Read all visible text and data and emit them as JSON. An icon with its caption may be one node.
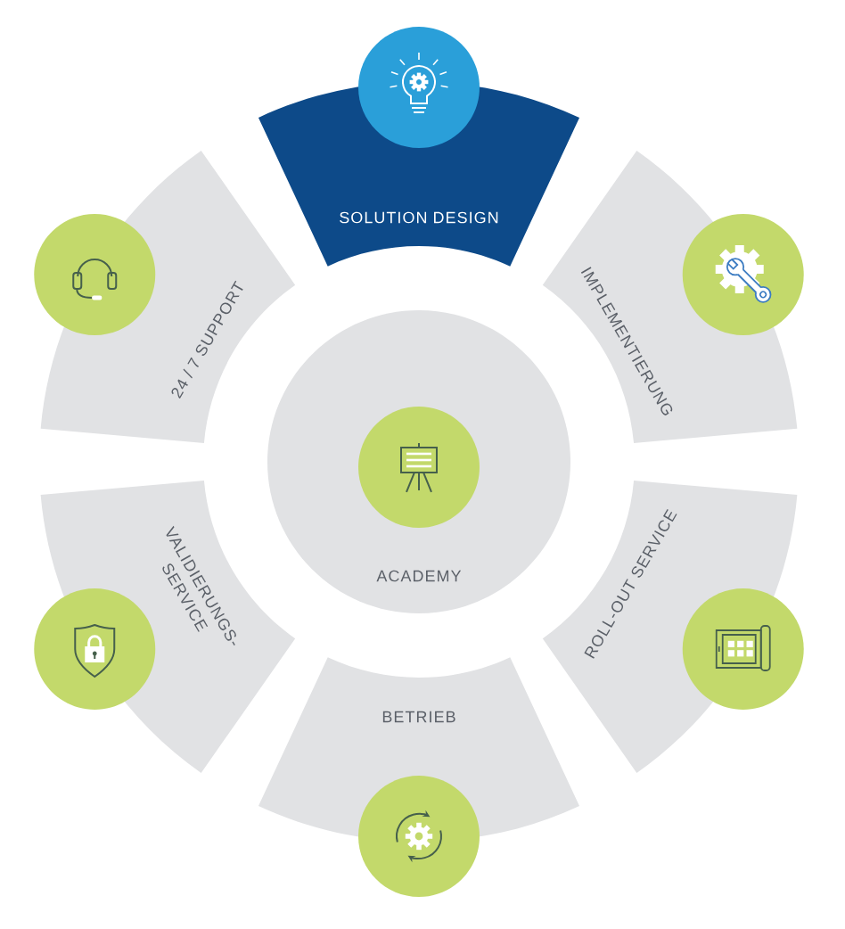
{
  "diagram": {
    "nodes": [
      {
        "text": [
          "SOLUTION DESIGN"
        ]
      },
      {
        "text": [
          "24 / 7 SUPPORT"
        ]
      },
      {
        "text": [
          "IMPLEMENTIERUNG"
        ]
      },
      {
        "text": [
          "ACADEMY"
        ]
      },
      {
        "text": [
          "VALIDIERUNGS- SERVICE"
        ]
      },
      {
        "text": [
          "ROLL-OUT SERVICE"
        ]
      },
      {
        "text": [
          "BETRIEB"
        ]
      }
    ]
  }
}
